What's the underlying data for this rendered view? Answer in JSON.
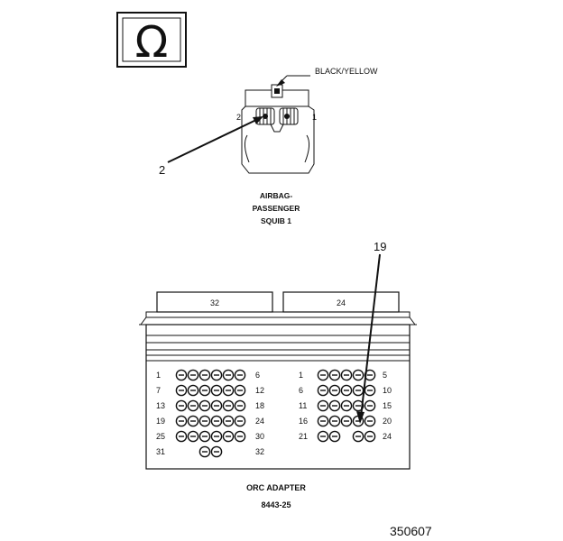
{
  "symbol": {
    "icon": "ohmmeter-omega-icon",
    "glyph": "Ω"
  },
  "squib_connector": {
    "wire_color_label": "BLACK/YELLOW",
    "pin_left_label": "2",
    "pin_right_label": "1",
    "callout_label": "2",
    "name_lines": [
      "AIRBAG-",
      "PASSENGER",
      "SQUIB 1"
    ]
  },
  "orc_adapter": {
    "callout_label": "19",
    "left_header_label": "32",
    "right_header_label": "24",
    "left_block": {
      "rows": [
        {
          "start": "1",
          "end": "6",
          "pins": 6
        },
        {
          "start": "7",
          "end": "12",
          "pins": 6
        },
        {
          "start": "13",
          "end": "18",
          "pins": 6
        },
        {
          "start": "19",
          "end": "24",
          "pins": 6
        },
        {
          "start": "25",
          "end": "30",
          "pins": 6
        },
        {
          "start": "31",
          "end": "32",
          "pins": 2
        }
      ]
    },
    "right_block": {
      "rows": [
        {
          "start": "1",
          "end": "5",
          "pins": 5
        },
        {
          "start": "6",
          "end": "10",
          "pins": 5
        },
        {
          "start": "11",
          "end": "15",
          "pins": 5
        },
        {
          "start": "16",
          "end": "20",
          "pins": 5
        },
        {
          "start": "21",
          "end": "24",
          "pins": 4
        }
      ]
    },
    "name_line_1": "ORC ADAPTER",
    "name_line_2": "8443-25"
  },
  "figure_number": "350607"
}
